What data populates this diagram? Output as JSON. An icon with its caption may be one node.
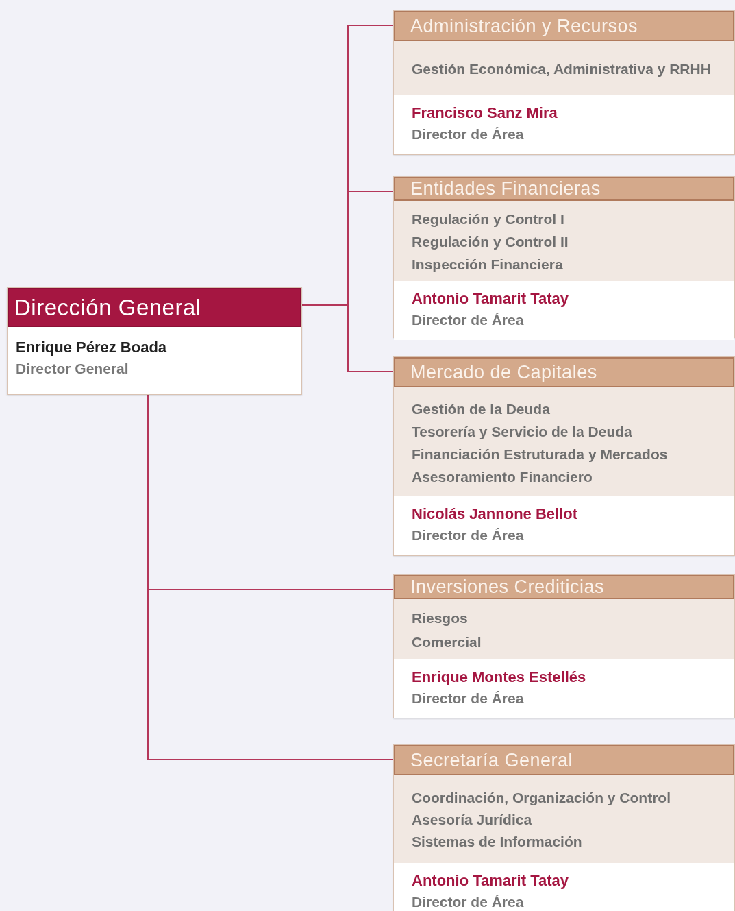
{
  "diagram": {
    "nodes": [
      {
        "text": [
          "Dirección General",
          "Enrique Pérez Boada",
          "Director General"
        ]
      },
      {
        "text": [
          "Administración y Recursos",
          "Gestión Económica, Administrativa y RRHH",
          "Francisco Sanz Mira",
          "Director de Área"
        ]
      },
      {
        "text": [
          "Entidades Financieras",
          "Regulación y Control I",
          "Regulación y Control II",
          "Inspección Financiera",
          "Antonio Tamarit Tatay",
          "Director de Área"
        ]
      },
      {
        "text": [
          "Mercado de Capitales",
          "Gestión de la Deuda",
          "Tesorería y Servicio de la Deuda",
          "Financiación Estruturada y Mercados",
          "Asesoramiento Financiero",
          "Nicolás Jannone Bellot",
          "Director de Área"
        ]
      },
      {
        "text": [
          "Inversiones Crediticias",
          "Riesgos",
          "Comercial",
          "Enrique Montes Estellés",
          "Director de Área"
        ]
      },
      {
        "text": [
          "Secretaría General",
          "Coordinación, Organización y Control",
          "Asesoría Jurídica",
          "Sistemas de Información",
          "Antonio Tamarit Tatay",
          "Director de Área"
        ]
      }
    ],
    "edges": [
      {
        "from": 0,
        "to": 1,
        "arrow": "none"
      },
      {
        "from": 0,
        "to": 2,
        "arrow": "none"
      },
      {
        "from": 0,
        "to": 3,
        "arrow": "none"
      },
      {
        "from": 0,
        "to": 4,
        "arrow": "none"
      },
      {
        "from": 0,
        "to": 5,
        "arrow": "none"
      }
    ]
  }
}
